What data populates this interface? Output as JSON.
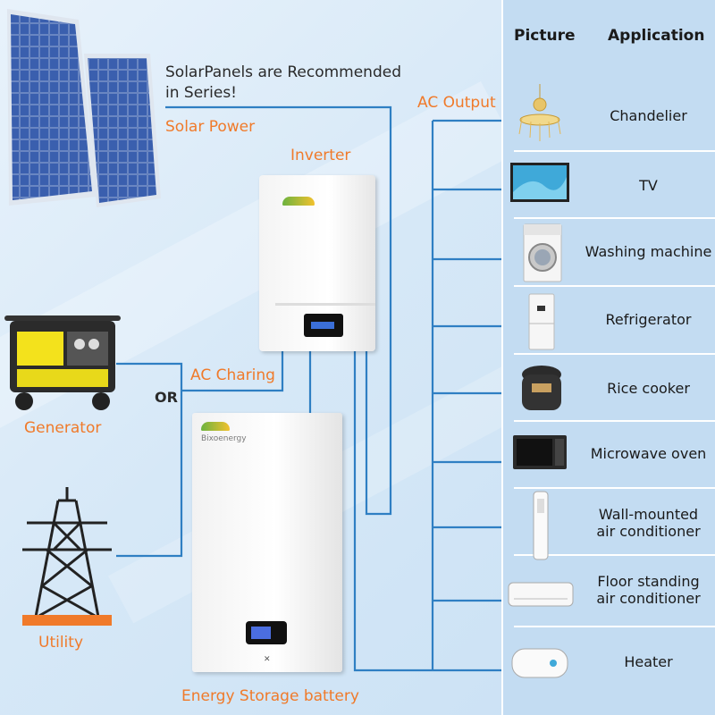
{
  "labels": {
    "series_note_line1": "SolarPanels are Recommended",
    "series_note_line2": "in Series!",
    "solar_power": "Solar Power",
    "inverter": "Inverter",
    "ac_output": "AC Output",
    "ac_charging": "AC Charing",
    "or": "OR",
    "generator": "Generator",
    "utility": "Utility",
    "battery": "Energy Storage battery",
    "brand": "Bixoenergy"
  },
  "table": {
    "header_picture": "Picture",
    "header_application": "Application",
    "rows": [
      {
        "label": "Chandelier",
        "icon": "chandelier-icon"
      },
      {
        "label": "TV",
        "icon": "tv-icon"
      },
      {
        "label": "Washing machine",
        "icon": "washing-machine-icon"
      },
      {
        "label": "Refrigerator",
        "icon": "refrigerator-icon"
      },
      {
        "label": "Rice cooker",
        "icon": "rice-cooker-icon"
      },
      {
        "label": "Microwave oven",
        "icon": "microwave-icon"
      },
      {
        "label": "Wall-mounted\nair conditioner",
        "icon": "wall-ac-icon"
      },
      {
        "label": "Floor standing\nair conditioner",
        "icon": "floor-ac-icon"
      },
      {
        "label": "Heater",
        "icon": "heater-icon"
      }
    ]
  },
  "colors": {
    "wire": "#2f7fc3",
    "accent_orange": "#f07a2a",
    "table_bg": "#c3dcf2"
  }
}
